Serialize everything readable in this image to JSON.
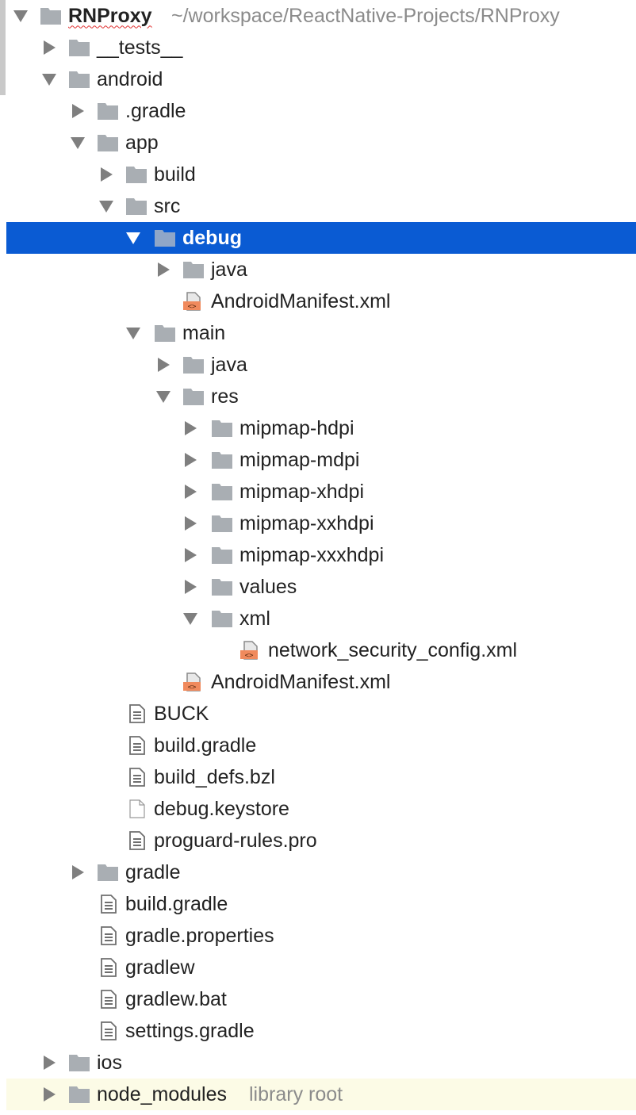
{
  "colors": {
    "selection": "#0a5bd3",
    "library_row": "#fcfbe6",
    "folder": "#a9aeb3",
    "xml_badge": "#f08a5d",
    "hint_text": "#8b8b8b"
  },
  "tree": {
    "root": {
      "name": "RNProxy",
      "path": "~/workspace/ReactNative-Projects/RNProxy"
    },
    "tests": "__tests__",
    "android": "android",
    "gradle_dot": ".gradle",
    "app": "app",
    "build": "build",
    "src": "src",
    "debug": "debug",
    "debug_java": "java",
    "debug_manifest": "AndroidManifest.xml",
    "main": "main",
    "main_java": "java",
    "res": "res",
    "mipmap_hdpi": "mipmap-hdpi",
    "mipmap_mdpi": "mipmap-mdpi",
    "mipmap_xhdpi": "mipmap-xhdpi",
    "mipmap_xxhdpi": "mipmap-xxhdpi",
    "mipmap_xxxhdpi": "mipmap-xxxhdpi",
    "values": "values",
    "xml": "xml",
    "network_config": "network_security_config.xml",
    "main_manifest": "AndroidManifest.xml",
    "buck": "BUCK",
    "app_build_gradle": "build.gradle",
    "build_defs": "build_defs.bzl",
    "debug_keystore": "debug.keystore",
    "proguard": "proguard-rules.pro",
    "gradle": "gradle",
    "android_build_gradle": "build.gradle",
    "gradle_properties": "gradle.properties",
    "gradlew": "gradlew",
    "gradlew_bat": "gradlew.bat",
    "settings_gradle": "settings.gradle",
    "ios": "ios",
    "node_modules": {
      "name": "node_modules",
      "hint": "library root"
    }
  }
}
